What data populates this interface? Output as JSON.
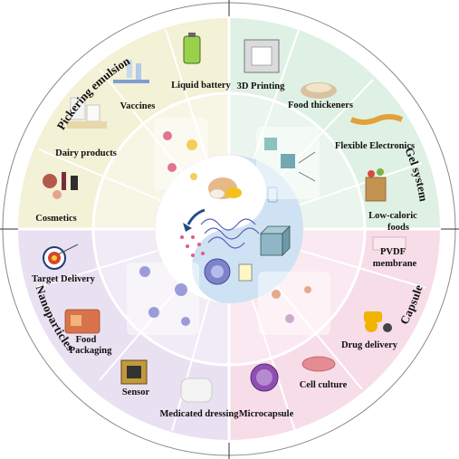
{
  "quadrants": {
    "pickering": {
      "title": "Pickering emulsion",
      "color": "#f3f1d6"
    },
    "gel": {
      "title": "Gel system",
      "color": "#dff0e4"
    },
    "nano": {
      "title": "Nanoparticles",
      "color": "#e9e0f1"
    },
    "capsule": {
      "title": "Capsule",
      "color": "#f7dde8"
    }
  },
  "applications": {
    "liquid_battery": "Liquid battery",
    "vaccines": "Vaccines",
    "dairy_products": "Dairy products",
    "cosmetics": "Cosmetics",
    "printing_3d": "3D Printing",
    "food_thickeners": "Food thickeners",
    "flexible_electronics": "Flexible Electronics",
    "low_caloric_1": "Low-caloric",
    "low_caloric_2": "foods",
    "target_delivery": "Target Delivery",
    "food_packaging_1": "Food",
    "food_packaging_2": "Packaging",
    "sensor": "Sensor",
    "medicated_dressing": "Medicated dressing",
    "pvdf_1": "PVDF",
    "pvdf_2": "membrane",
    "drug_delivery": "Drug delivery",
    "cell_culture": "Cell culture",
    "microcapsule": "Microcapsule"
  },
  "colors": {
    "divider": "#ffffff",
    "outer_ring": "#7a7a7a",
    "center_blue": "#cfe2f3",
    "center_bg": "#ffffff"
  }
}
